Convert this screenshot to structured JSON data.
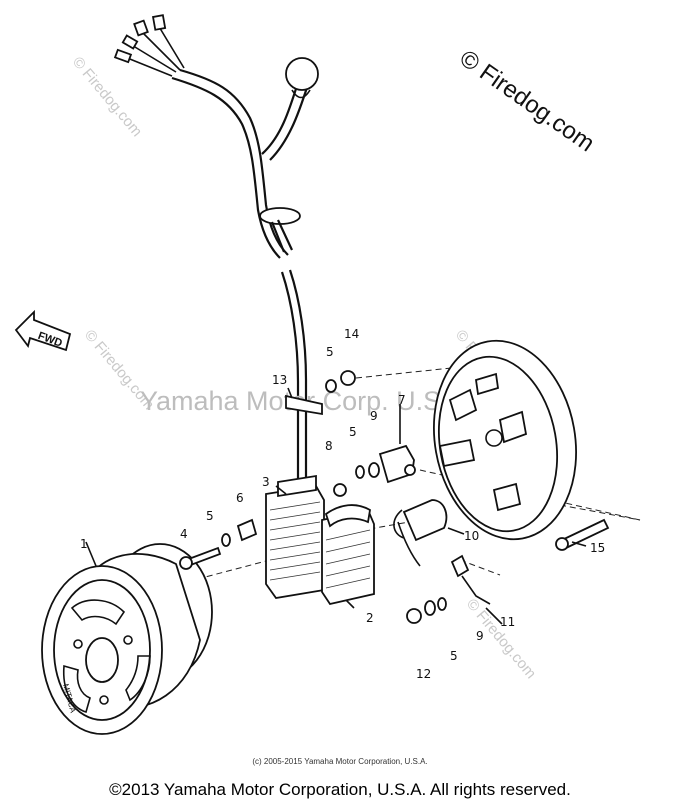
{
  "watermarks": {
    "top_right": "© Firedog.com",
    "repeating": "© Firedog.com",
    "center": "Yamaha Motor Corp. U.S.A."
  },
  "fwd_label": "FWD",
  "stator_text": "MITACA",
  "callouts": {
    "p1": "1",
    "p2": "2",
    "p3": "3",
    "p4": "4",
    "p5a": "5",
    "p5b": "5",
    "p5c": "5",
    "p5d": "5",
    "p6": "6",
    "p7": "7",
    "p8": "8",
    "p9a": "9",
    "p9b": "9",
    "p10": "10",
    "p11": "11",
    "p12": "12",
    "p13": "13",
    "p14": "14",
    "p15": "15"
  },
  "small_copyright": "(c) 2005-2015 Yamaha Motor Corporation, U.S.A.",
  "footer_copyright": "©2013 Yamaha Motor Corporation, U.S.A. All rights reserved."
}
